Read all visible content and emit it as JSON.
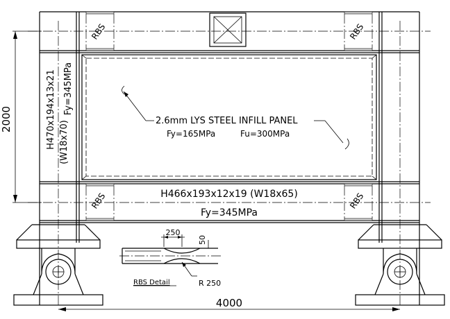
{
  "labels": {
    "rbs": "RBS",
    "column_section": "H470x194x13x21",
    "column_w": "(W18x70)",
    "column_fy": "Fy=345MPa",
    "panel_title": "2.6mm LYS STEEL INFILL PANEL",
    "panel_fy": "Fy=165MPa",
    "panel_fu": "Fu=300MPa",
    "beam_section": "H466x193x12x19 (W18x65)",
    "beam_fy": "Fy=345MPa",
    "detail_title": "RBS Detail",
    "detail_length": "250",
    "detail_depth": "50",
    "detail_radius": "R 250"
  },
  "dimensions": {
    "height": "2000",
    "width": "4000"
  }
}
